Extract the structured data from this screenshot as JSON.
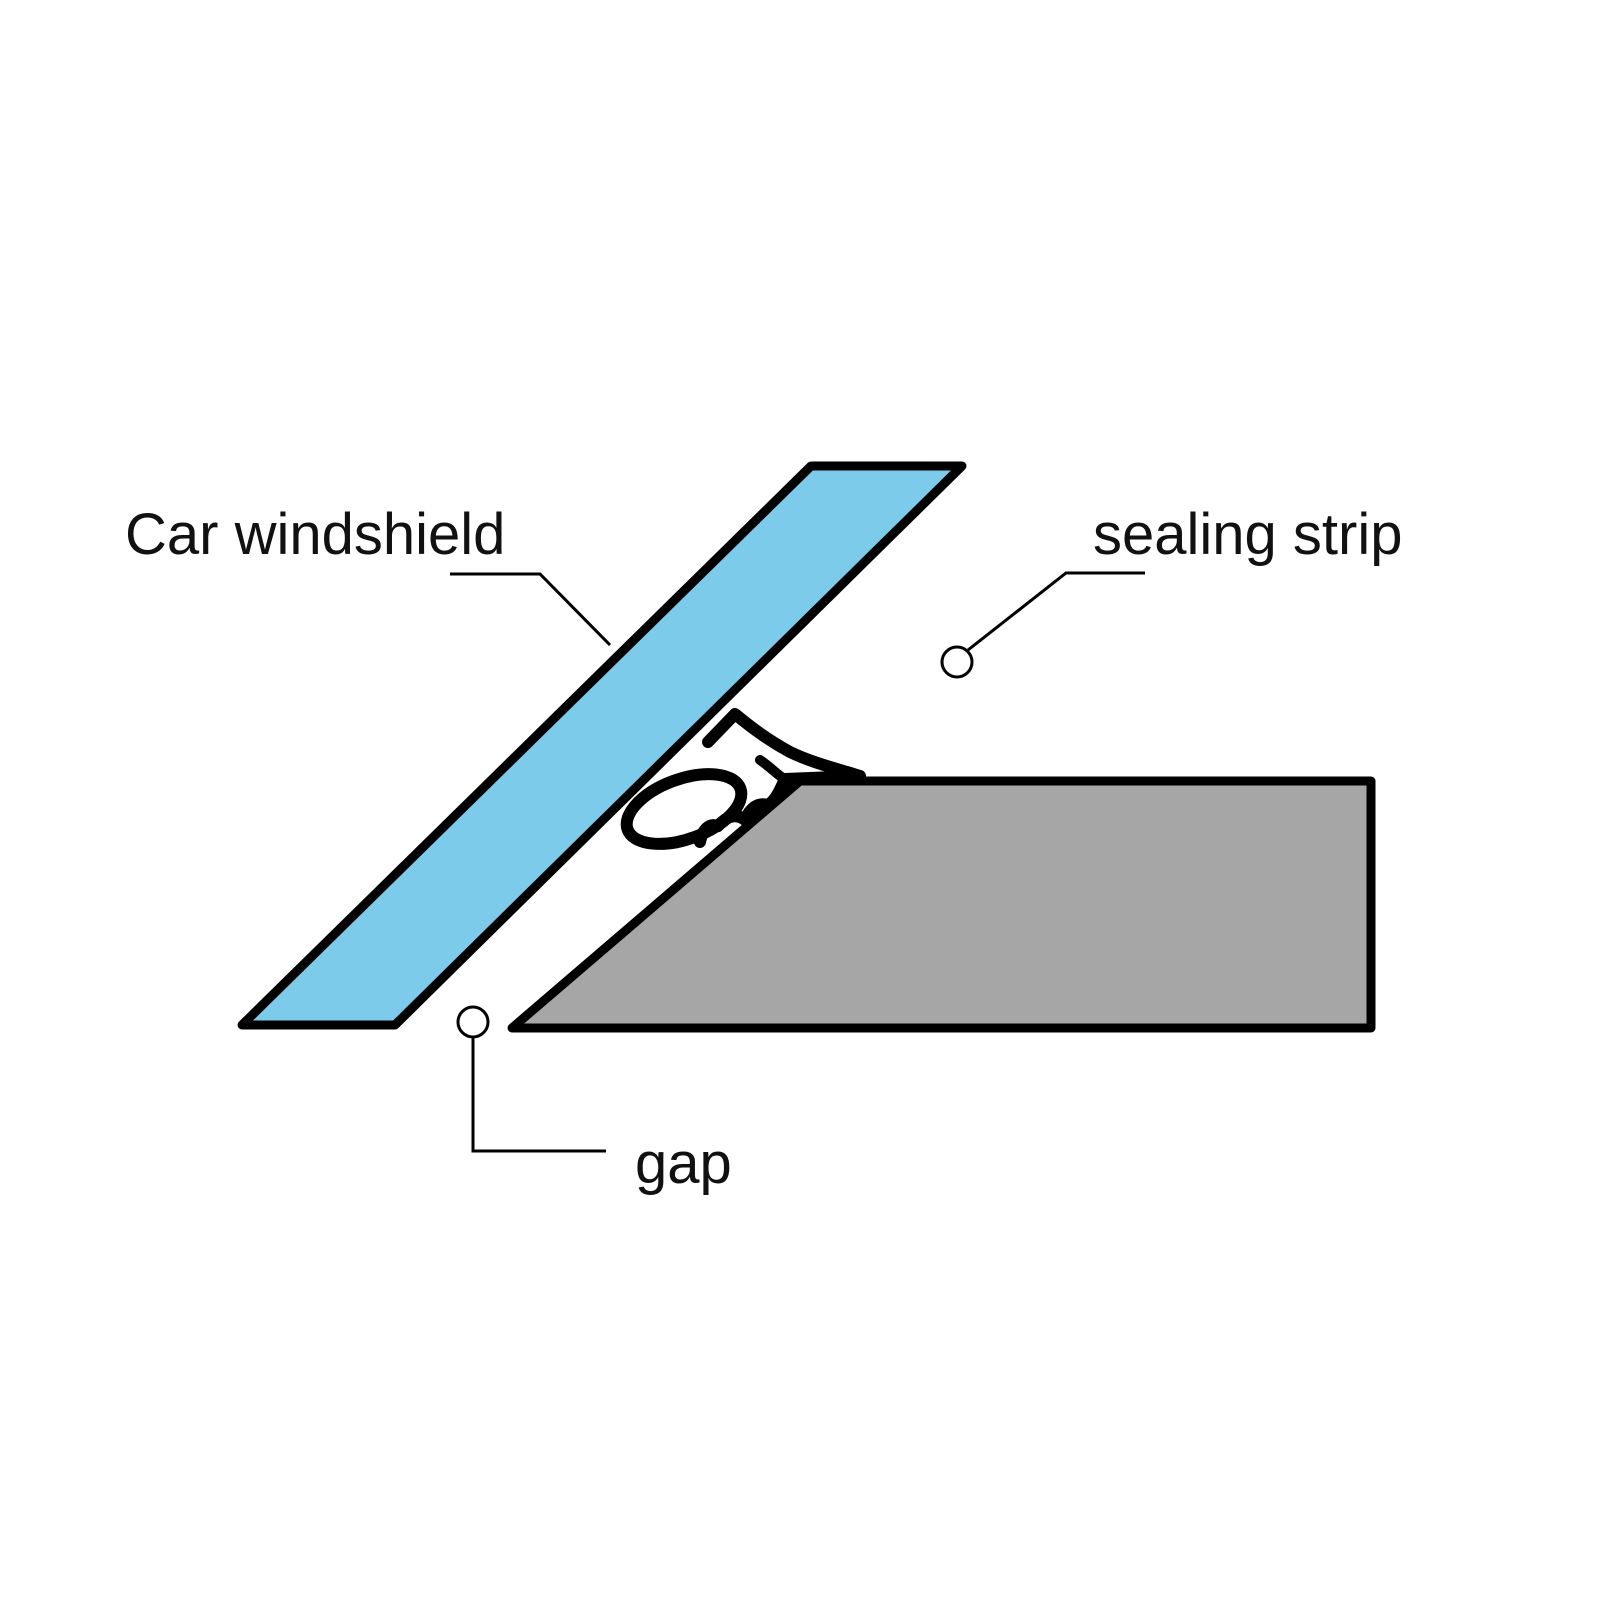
{
  "labels": {
    "windshield": "Car windshield",
    "sealing_strip": "sealing strip",
    "gap": "gap"
  },
  "colors": {
    "background": "#ffffff",
    "windshield_fill": "#7ccbea",
    "body_fill": "#a6a6a6",
    "outline": "#000000"
  }
}
